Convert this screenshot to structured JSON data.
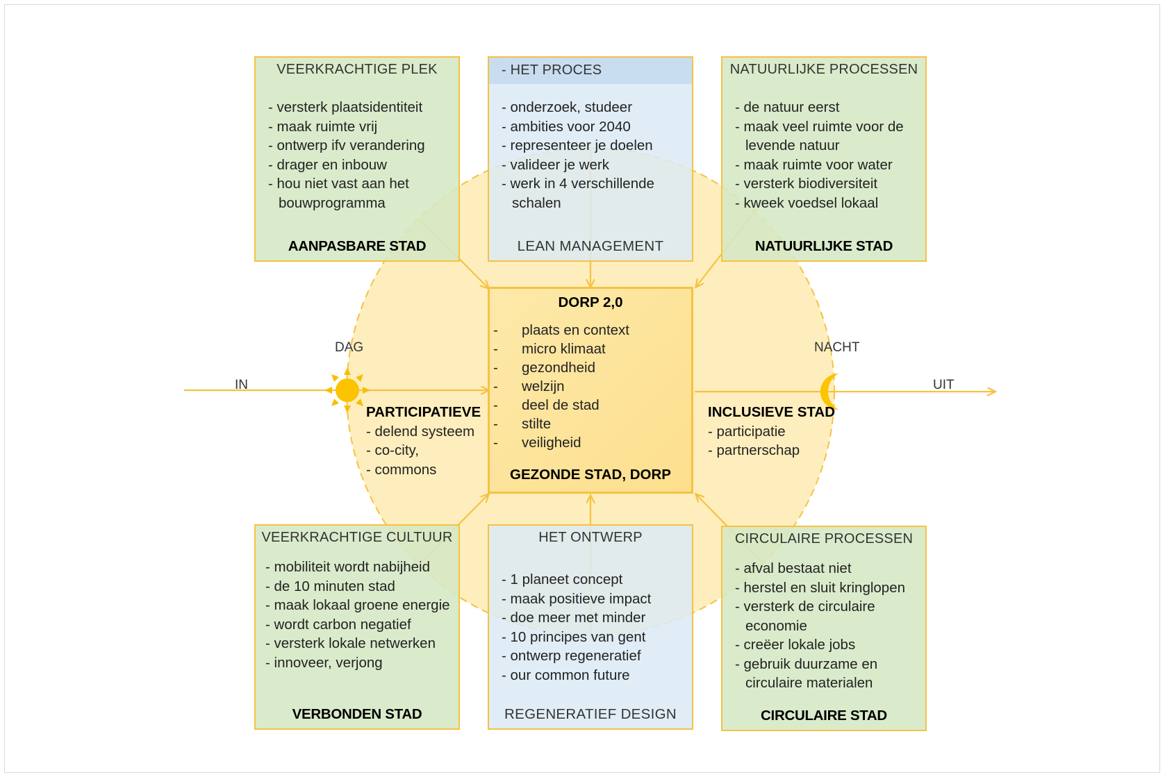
{
  "boxes": {
    "top_left": {
      "title": "VEERKRACHTIGE PLEK",
      "items": [
        "versterk plaatsidentiteit",
        "maak ruimte vrij",
        "ontwerp ifv verandering",
        "drager en inbouw",
        "hou niet vast aan het bouwprogramma"
      ],
      "footer": "AANPASBARE STAD"
    },
    "top_center": {
      "title": "- HET PROCES",
      "items": [
        "onderzoek, studeer",
        "ambities voor 2040",
        "representeer je doelen",
        "valideer je werk",
        "werk in 4 verschillende schalen"
      ],
      "footer": "LEAN MANAGEMENT"
    },
    "top_right": {
      "title": "NATUURLIJKE PROCESSEN",
      "items": [
        "de natuur eerst",
        "maak veel ruimte voor de levende natuur",
        "maak ruimte voor water",
        "versterk biodiversiteit",
        "kweek voedsel lokaal"
      ],
      "footer": "NATUURLIJKE STAD"
    },
    "bottom_left": {
      "title": "VEERKRACHTIGE CULTUUR",
      "items": [
        "mobiliteit wordt nabijheid",
        "de 10 minuten stad",
        "maak lokaal groene energie",
        "wordt carbon negatief",
        "versterk lokale netwerken",
        "innoveer, verjong"
      ],
      "footer": "VERBONDEN STAD"
    },
    "bottom_center": {
      "title": "HET ONTWERP",
      "items": [
        "1 planeet concept",
        "maak positieve impact",
        "doe meer met minder",
        "10 principes van gent",
        "ontwerp regeneratief",
        "our common future"
      ],
      "footer": "REGENERATIEF DESIGN"
    },
    "bottom_right": {
      "title": "CIRCULAIRE PROCESSEN",
      "items": [
        "afval bestaat niet",
        "herstel en sluit kringlopen",
        "versterk de circulaire economie",
        "creëer lokale jobs",
        "gebruik duurzame en circulaire materialen"
      ],
      "footer": "CIRCULAIRE STAD"
    }
  },
  "center": {
    "title": "DORP 2,0",
    "items": [
      "plaats en context",
      "micro klimaat",
      "gezondheid",
      "welzijn",
      "deel de stad",
      "stilte",
      "veiligheid"
    ],
    "footer": "GEZONDE STAD, DORP"
  },
  "left_side": {
    "heading": "PARTICIPATIEVE",
    "items": [
      "delend systeem",
      "co-city,",
      "commons"
    ]
  },
  "right_side": {
    "heading": "INCLUSIEVE STAD",
    "items": [
      "participatie",
      "partnerschap"
    ]
  },
  "labels": {
    "in": "IN",
    "uit": "UIT",
    "dag": "DAG",
    "nacht": "NACHT"
  },
  "icons": {
    "sun": "sun-icon",
    "moon": "crescent-moon-icon"
  },
  "colors": {
    "accent": "#f5c242",
    "circle_fill": "#fde7a3",
    "green_box": "#d5e8c4",
    "blue_box": "#dceaf5",
    "blue_band": "#c9ddf1",
    "center_fill": "#fde3a0"
  }
}
